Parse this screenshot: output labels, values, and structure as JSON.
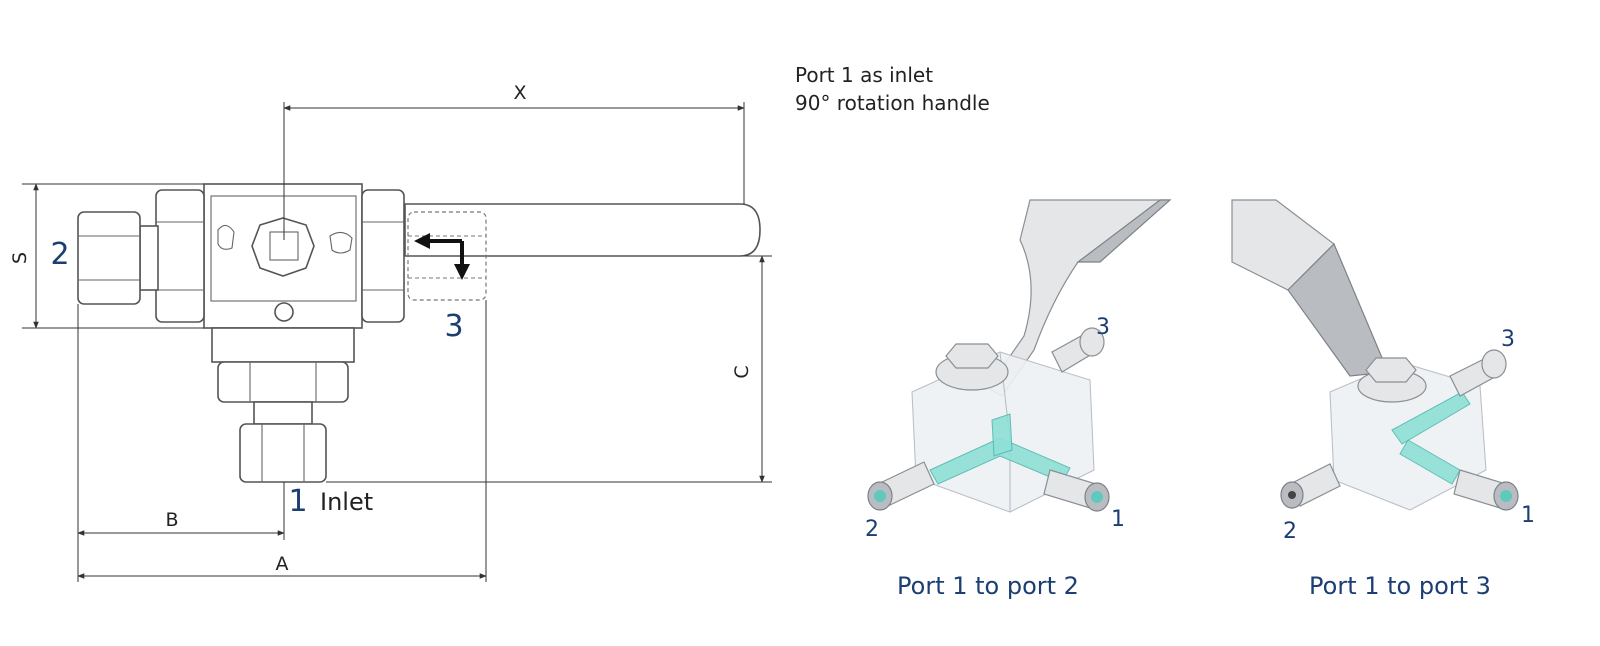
{
  "dimensions": {
    "x": "X",
    "s": "S",
    "c": "C",
    "b": "B",
    "a": "A"
  },
  "ports": {
    "port1": "1",
    "port2": "2",
    "port3": "3",
    "inlet_label": "Inlet"
  },
  "notes": {
    "line1": "Port 1 as inlet",
    "line2": "90° rotation handle"
  },
  "views": [
    {
      "port_a": "3",
      "port_b": "2",
      "port_c": "1",
      "caption": "Port 1 to port 2"
    },
    {
      "port_a": "3",
      "port_b": "2",
      "port_c": "1",
      "caption": "Port 1 to port 3"
    }
  ],
  "colors": {
    "port_label": "#1b3e73",
    "flow_path": "#8fe0d6",
    "outline": "#555555"
  }
}
